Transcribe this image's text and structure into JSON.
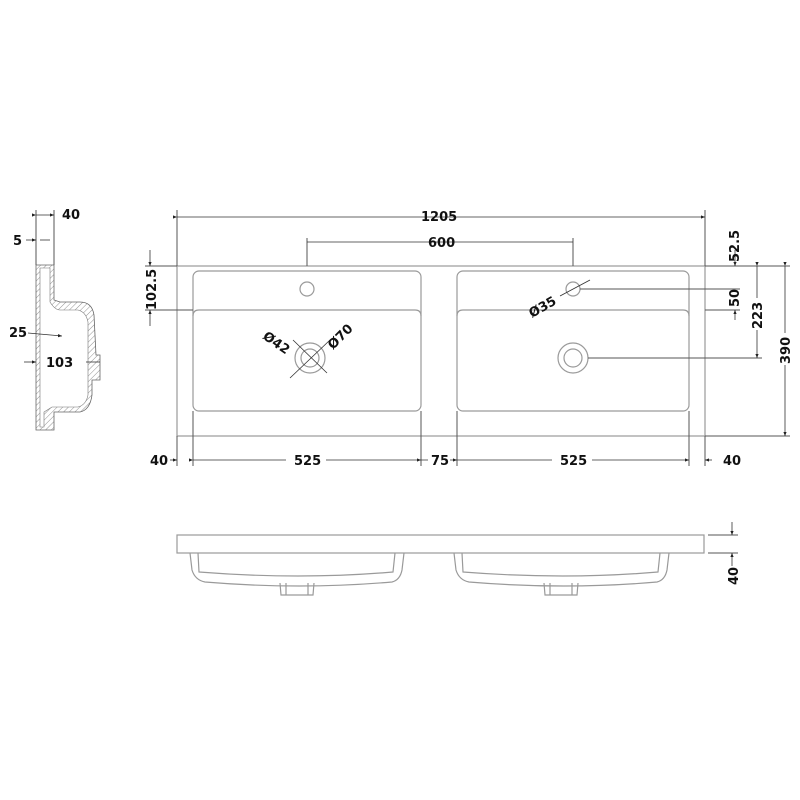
{
  "side_view": {
    "dim_top": "40",
    "dim_lip": "5",
    "dim_depth_a": "25",
    "dim_depth_b": "103"
  },
  "top_view": {
    "overall_width": "1205",
    "tap_centres": "600",
    "front_to_bowl": "102.5",
    "back_to_tap": "52.5",
    "tap_to_bowl": "50",
    "back_to_waste": "223",
    "overall_depth": "390",
    "tap_hole_dia": "Ø35",
    "waste_dia_inner": "Ø42",
    "waste_dia_outer": "Ø70",
    "bottom_dims": [
      "40",
      "525",
      "75",
      "525",
      "40"
    ]
  },
  "front_view": {
    "thickness": "40"
  }
}
